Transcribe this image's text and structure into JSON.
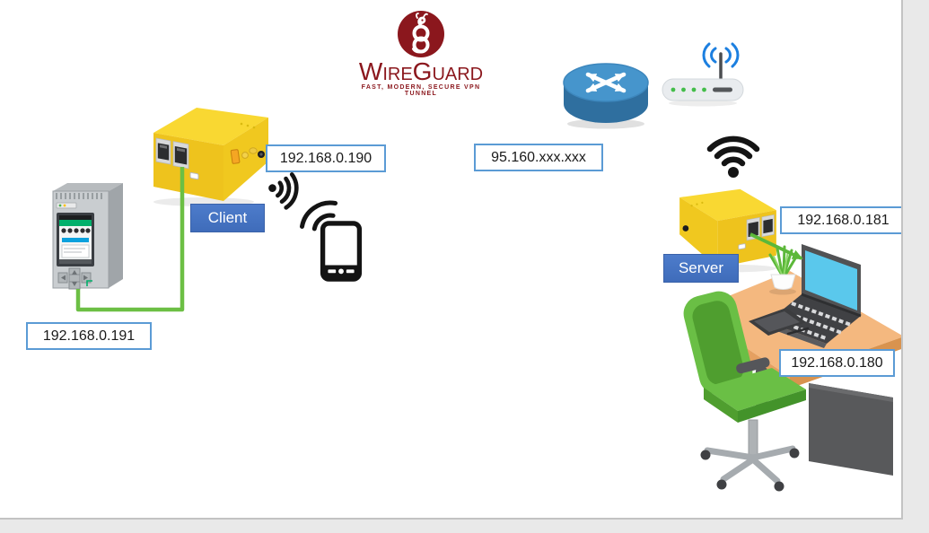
{
  "canvas": {
    "page_bg": "#ffffff",
    "gutter_bg": "#e9e9e9"
  },
  "logo": {
    "title": "WireGuard",
    "tagline": "FAST, MODERN, SECURE VPN TUNNEL",
    "brand_red": "#8b171d"
  },
  "nodes": {
    "plc": {
      "ip": "192.168.0.191"
    },
    "client_router": {
      "label": "Client",
      "ip": "192.168.0.190"
    },
    "wan": {
      "ip": "95.160.xxx.xxx"
    },
    "server_router": {
      "label": "Server",
      "ip": "192.168.0.181"
    },
    "workstation": {
      "ip": "192.168.0.180"
    }
  },
  "colors": {
    "ip_box_border": "#5b9bd5",
    "node_label_bg": "#4472c4",
    "cable_green": "#6cbf44",
    "router_yellow": "#f6d01e",
    "wifi_black": "#141414",
    "wifi_blue": "#1c7fe0",
    "cisco_blue": "#4695cc"
  }
}
